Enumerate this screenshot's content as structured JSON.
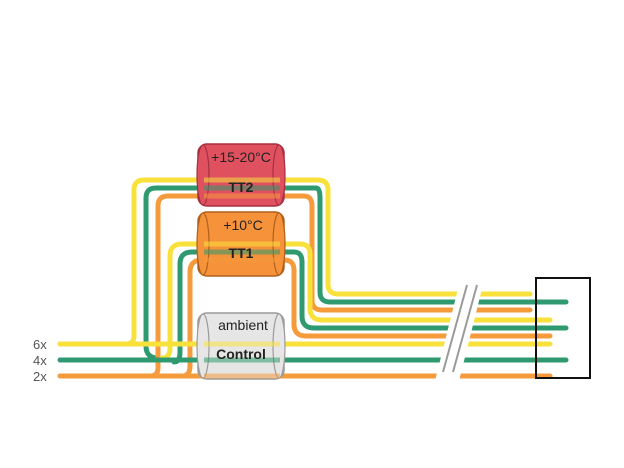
{
  "colors": {
    "six": "#f9e13c",
    "four": "#2f9a6f",
    "two": "#f59b3c",
    "tt2_fill": "#e0515f",
    "tt2_stroke": "#a63040",
    "tt1_fill": "#f5923a",
    "tt1_stroke": "#b0601c",
    "control_fill": "#e6e6e6",
    "control_stroke": "#9a9a9a",
    "box_stroke": "#111111",
    "break_stroke": "#9a9a9a"
  },
  "legend": [
    {
      "label": "6x",
      "color_key": "six"
    },
    {
      "label": "4x",
      "color_key": "four"
    },
    {
      "label": "2x",
      "color_key": "two"
    }
  ],
  "chambers": [
    {
      "id": "tt2",
      "name": "TT2",
      "temp": "+15-20°C"
    },
    {
      "id": "tt1",
      "name": "TT1",
      "temp": "+10°C"
    },
    {
      "id": "control",
      "name": "Control",
      "temp": "ambient"
    }
  ]
}
